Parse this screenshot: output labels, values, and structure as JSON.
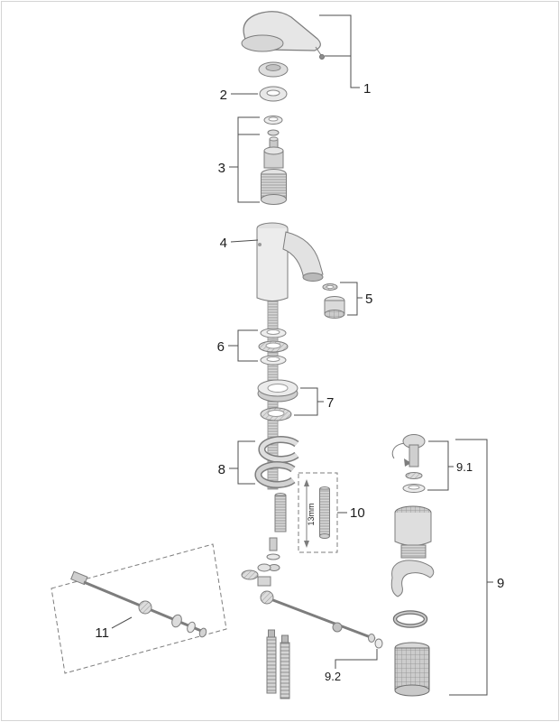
{
  "diagram": {
    "kind": "exploded-parts-diagram",
    "background_color": "#ffffff",
    "line_color": "#7d7d7d",
    "callout_color": "#1c1c1c",
    "callouts": {
      "n1": "1",
      "n2": "2",
      "n3": "3",
      "n4": "4",
      "n5": "5",
      "n6": "6",
      "n7": "7",
      "n8": "8",
      "n9": "9",
      "n9_1": "9.1",
      "n9_2": "9.2",
      "n10": "10",
      "n11": "11"
    },
    "dimension_label": "13mm"
  }
}
